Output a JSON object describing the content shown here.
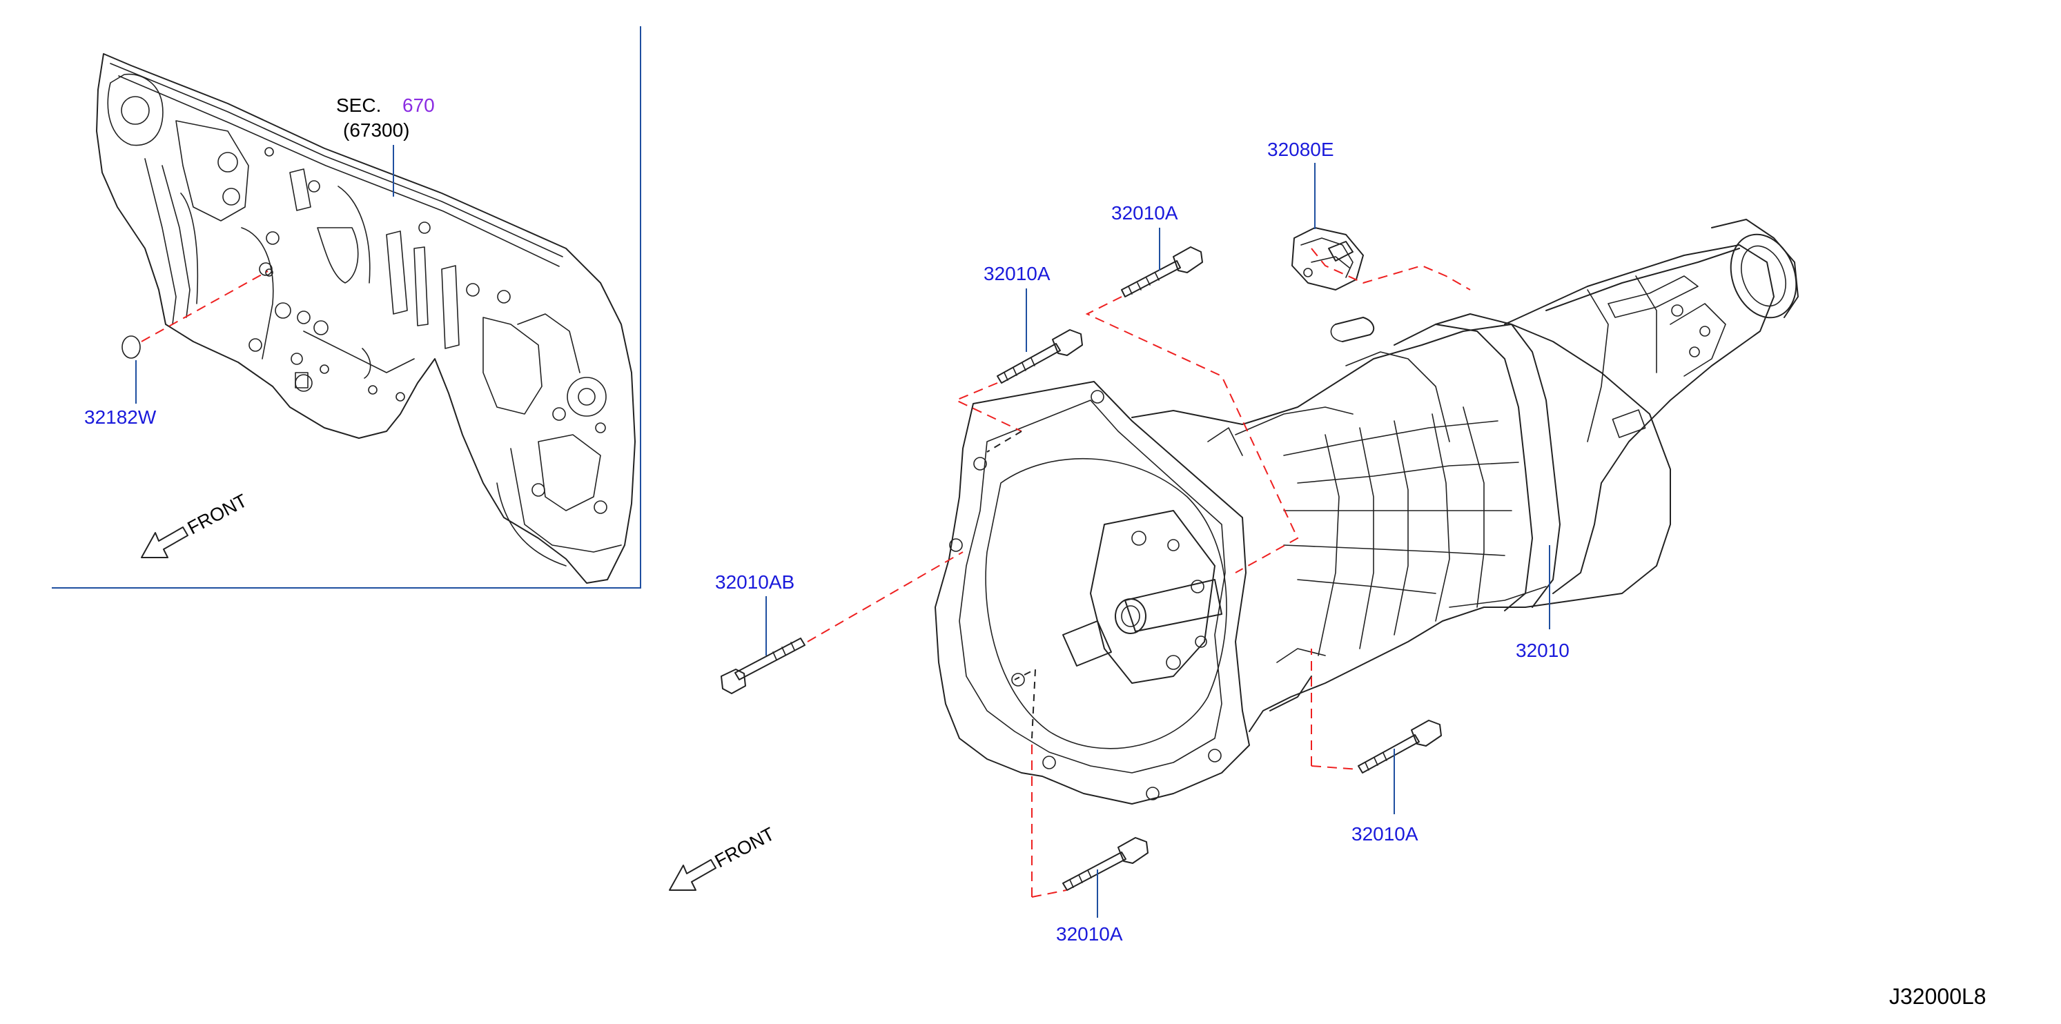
{
  "inset": {
    "section_prefix": "SEC.",
    "section_number": "670",
    "section_sub": "(67300)",
    "front_label": "FRONT",
    "part_label": "32182W"
  },
  "main": {
    "front_label": "FRONT",
    "labels": {
      "p32080E": "32080E",
      "p32010A_top": "32010A",
      "p32010A_left": "32010A",
      "p32010AB": "32010AB",
      "p32010": "32010",
      "p32010A_right": "32010A",
      "p32010A_bottom": "32010A"
    }
  },
  "diagram_code": "J32000L8",
  "colors": {
    "part_label": "#1a1adb",
    "section_number": "#8a2be2",
    "leader_line": "#1f4fa0",
    "dashed_guide": "#ee2020",
    "line_art": "#222222"
  }
}
